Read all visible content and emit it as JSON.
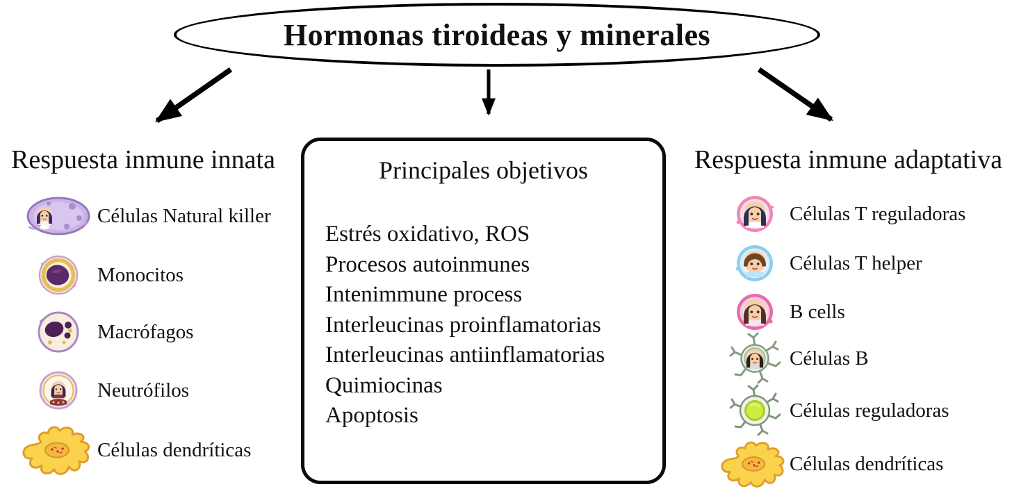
{
  "title": "Hormonas tiroideas y minerales",
  "left_column": {
    "heading": "Respuesta inmune innata",
    "items": [
      {
        "label": "Células Natural killer",
        "icon": "nk-cell-icon"
      },
      {
        "label": "Monocitos",
        "icon": "monocyte-icon"
      },
      {
        "label": "Macrófagos",
        "icon": "macrophage-icon"
      },
      {
        "label": "Neutrófilos",
        "icon": "neutrophil-icon"
      },
      {
        "label": "Células dendríticas",
        "icon": "dendritic-cell-icon"
      }
    ]
  },
  "center_box": {
    "heading": "Principales objetivos",
    "items": [
      "Estrés oxidativo, ROS",
      "Procesos autoinmunes",
      "Intenimmune process",
      "Interleucinas proinflamatorias",
      "Interleucinas antiinflamatorias",
      "Quimiocinas",
      "Apoptosis"
    ]
  },
  "right_column": {
    "heading": "Respuesta inmune adaptativa",
    "items": [
      {
        "label": "Células T reguladoras",
        "icon": "t-regulatory-cell-icon"
      },
      {
        "label": "Células T helper",
        "icon": "t-helper-cell-icon"
      },
      {
        "label": "B cells",
        "icon": "b-cell-pink-icon"
      },
      {
        "label": "Células B",
        "icon": "b-cell-spiky-icon"
      },
      {
        "label": "Células reguladoras",
        "icon": "regulatory-cell-icon"
      },
      {
        "label": "Células dendríticas",
        "icon": "dendritic-cell-icon"
      }
    ]
  },
  "palette": {
    "outline": "#000000",
    "text": "#111111",
    "purple_cell": "#cbb4e4",
    "gold_ring": "#e5bf55",
    "dark_nucleus": "#542160",
    "pink_cell": "#ef87b5",
    "blue_cell": "#8ecdec",
    "green_nucleus": "#cdec3f",
    "yellow_cell": "#fbd24b"
  }
}
